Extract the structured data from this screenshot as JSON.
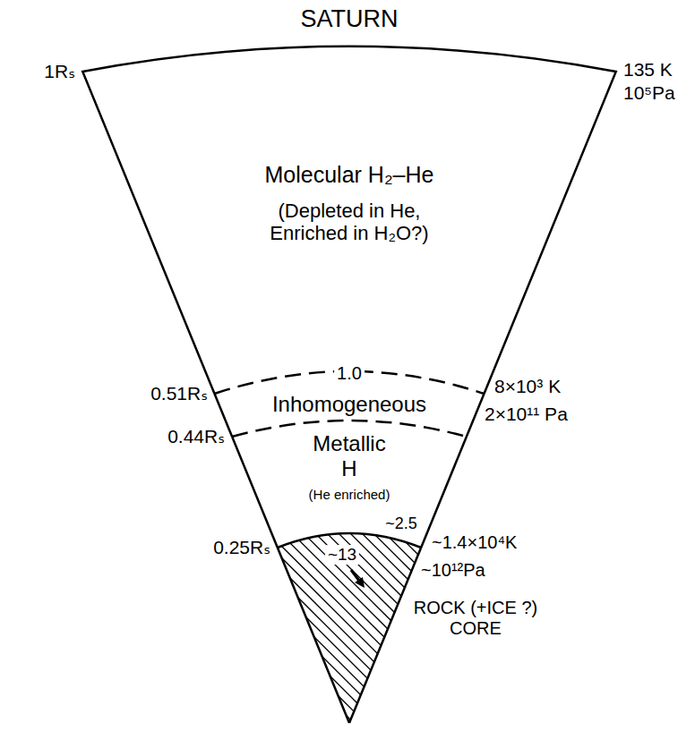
{
  "diagram": {
    "title": "SATURN",
    "nodes": [
      {
        "text": [
          "Molecular H₂–He",
          "(Depleted in He, Enriched in H₂O?)"
        ]
      },
      {
        "text": [
          "Inhomogeneous"
        ]
      },
      {
        "text": [
          "Metallic H",
          "(He enriched)"
        ]
      },
      {
        "text": [
          "~13",
          "ROCK (+ICE ?) CORE"
        ]
      }
    ],
    "labels": [
      "1Rₛ",
      "135 K",
      "10⁵Pa",
      "1.0",
      "0.51Rₛ",
      "8×10³ K",
      "0.44Rₛ",
      "2×10¹¹ Pa",
      "~2.5",
      "0.25Rₛ",
      "~1.4×10⁴K",
      "~10¹²Pa"
    ]
  }
}
